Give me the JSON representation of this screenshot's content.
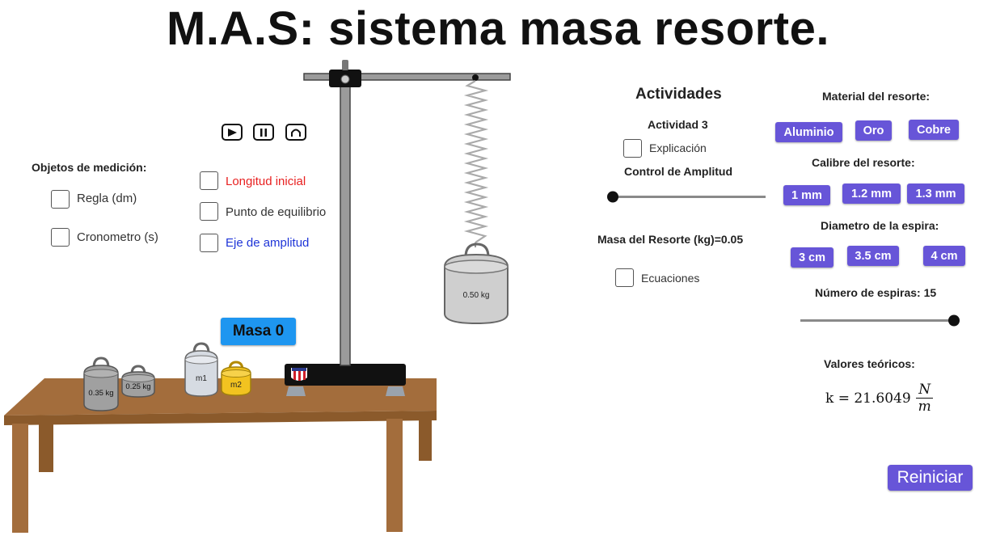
{
  "title": "M.A.S: sistema masa resorte.",
  "controls": {
    "play": "play-icon",
    "pause": "pause-icon",
    "reset": "arc-icon"
  },
  "measurement": {
    "heading": "Objetos de medición:",
    "items": [
      "Regla (dm)",
      "Cronometro (s)"
    ]
  },
  "options": [
    {
      "label": "Longitud inicial",
      "color": "#e82020"
    },
    {
      "label": "Punto de equilibrio",
      "color": "#333333"
    },
    {
      "label": "Eje de amplitud",
      "color": "#1f35d8"
    }
  ],
  "masa_button": "Masa 0",
  "weights": {
    "table_small_1": "0.35 kg",
    "table_small_2": "0.25 kg",
    "m1": "m1",
    "m2": "m2",
    "hanging": "0.50 kg"
  },
  "activities": {
    "heading": "Actividades",
    "activity": "Actividad 3",
    "explanation": "Explicación",
    "amplitude_label": "Control de Amplitud",
    "amplitude_value": 0,
    "spring_mass": "Masa del Resorte (kg)=0.05",
    "equations": "Ecuaciones"
  },
  "material": {
    "heading": "Material del resorte:",
    "options": [
      "Aluminio",
      "Oro",
      "Cobre"
    ]
  },
  "gauge": {
    "heading": "Calibre del resorte:",
    "options": [
      "1 mm",
      "1.2 mm",
      "1.3 mm"
    ]
  },
  "diameter": {
    "heading": "Diametro de la espira:",
    "options": [
      "3 cm",
      "3.5 cm",
      "4 cm"
    ]
  },
  "turns": {
    "label": "Número de espiras: 15",
    "value": 1
  },
  "theory": {
    "heading": "Valores teóricos:",
    "formula": "k = 21.6049",
    "unit_num": "N",
    "unit_den": "m"
  },
  "reset_button": "Reiniciar",
  "colors": {
    "accent": "#6755d8",
    "masa": "#1e96f0",
    "table": "#a36d3c"
  }
}
